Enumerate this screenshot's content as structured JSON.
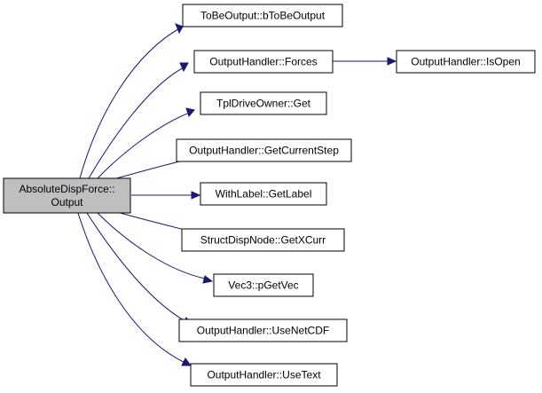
{
  "diagram": {
    "type": "call-graph",
    "colors": {
      "edge": "#191970",
      "root_fill": "#bfbfbf",
      "node_fill": "#ffffff",
      "border": "#000000"
    },
    "root": {
      "line1": "AbsoluteDispForce::",
      "line2": "Output"
    },
    "callees": [
      {
        "id": "tobeoutput",
        "label": "ToBeOutput::bToBeOutput"
      },
      {
        "id": "forces",
        "label": "OutputHandler::Forces"
      },
      {
        "id": "get",
        "label": "TplDriveOwner::Get"
      },
      {
        "id": "getcurrentstep",
        "label": "OutputHandler::GetCurrentStep"
      },
      {
        "id": "getlabel",
        "label": "WithLabel::GetLabel"
      },
      {
        "id": "getxcurr",
        "label": "StructDispNode::GetXCurr"
      },
      {
        "id": "pgetvec",
        "label": "Vec3::pGetVec"
      },
      {
        "id": "usenetcdf",
        "label": "OutputHandler::UseNetCDF"
      },
      {
        "id": "usetext",
        "label": "OutputHandler::UseText"
      }
    ],
    "secondary": [
      {
        "id": "isopen",
        "label": "OutputHandler::IsOpen",
        "caller": "forces"
      }
    ]
  }
}
